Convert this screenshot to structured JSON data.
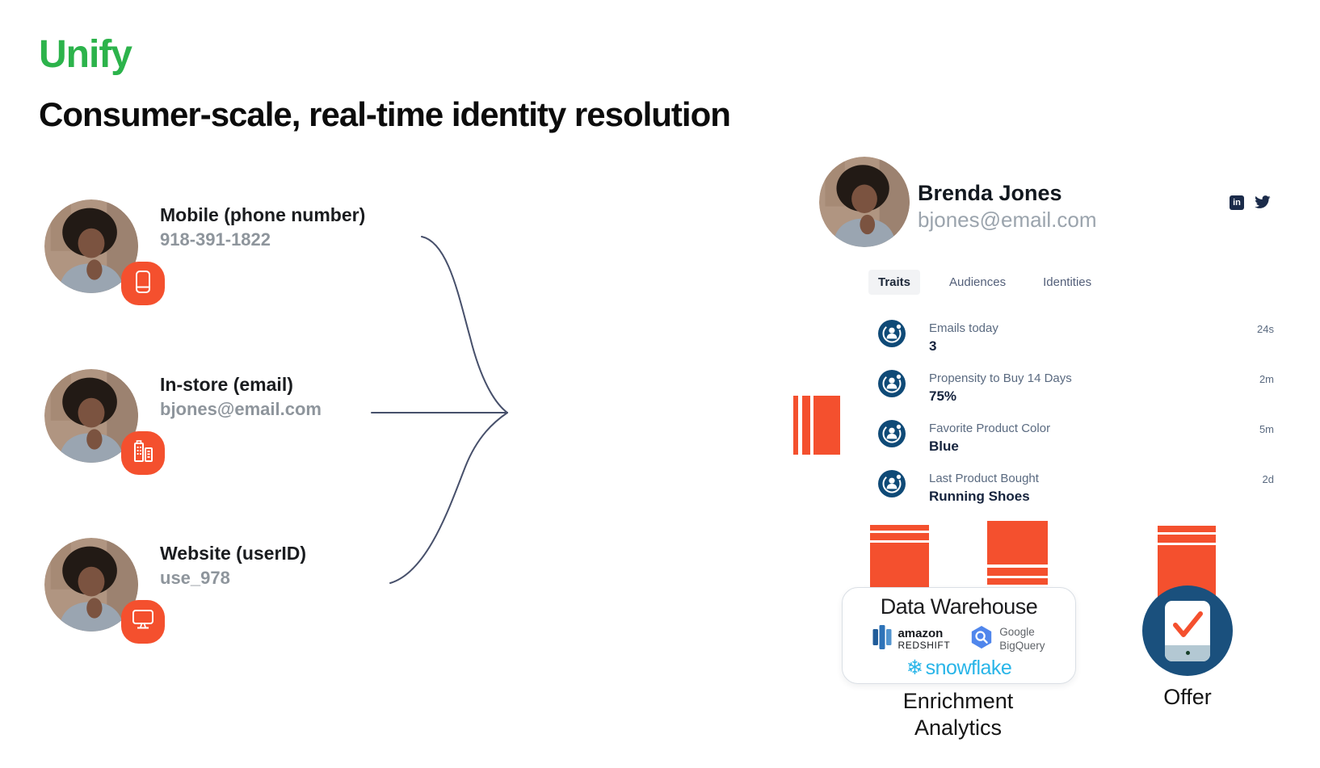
{
  "header": {
    "brand": "Unify",
    "title": "Consumer-scale, real-time identity resolution"
  },
  "sources": [
    {
      "label": "Mobile (phone number)",
      "value": "918-391-1822",
      "icon": "mobile-phone-icon"
    },
    {
      "label": "In-store (email)",
      "value": "bjones@email.com",
      "icon": "store-buildings-icon"
    },
    {
      "label": "Website (userID)",
      "value": "use_978",
      "icon": "desktop-monitor-icon"
    }
  ],
  "profile": {
    "name": "Brenda Jones",
    "email": "bjones@email.com",
    "social": {
      "linkedin_glyph": "in",
      "icons": [
        "linkedin-icon",
        "twitter-icon"
      ]
    },
    "tabs": [
      {
        "label": "Traits",
        "selected": true
      },
      {
        "label": "Audiences",
        "selected": false
      },
      {
        "label": "Identities",
        "selected": false
      }
    ],
    "traits": [
      {
        "label": "Emails today",
        "value": "3",
        "time": "24s"
      },
      {
        "label": "Propensity to Buy 14 Days",
        "value": "75%",
        "time": "2m"
      },
      {
        "label": "Favorite Product Color",
        "value": "Blue",
        "time": "5m"
      },
      {
        "label": "Last Product Bought",
        "value": "Running Shoes",
        "time": "2d"
      }
    ]
  },
  "warehouse": {
    "title": "Data Warehouse",
    "redshift": {
      "line1": "amazon",
      "line2": "REDSHIFT"
    },
    "bigquery": {
      "line1": "Google",
      "line2": "BigQuery"
    },
    "snowflake": {
      "text": "snowflake"
    },
    "caption_line1": "Enrichment",
    "caption_line2": "Analytics"
  },
  "offer": {
    "label": "Offer"
  },
  "colors": {
    "brand_green": "#2cb34b",
    "accent_orange": "#f4502e",
    "trait_icon_navy": "#0f4a77",
    "offer_circle_navy": "#1a507d",
    "snowflake_blue": "#29b5e8",
    "brace_slate": "#47506b"
  }
}
